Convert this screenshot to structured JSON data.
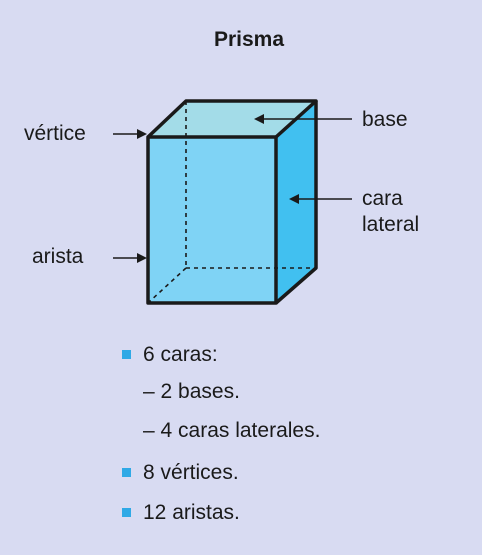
{
  "title": "Prisma",
  "labels": {
    "vertice": "vértice",
    "arista": "arista",
    "base": "base",
    "cara_line1": "cara",
    "cara_line2": "lateral"
  },
  "facts": [
    {
      "text": "6 caras:",
      "sub": [
        "– 2 bases.",
        "– 4 caras laterales."
      ]
    },
    {
      "text": "8 vértices.",
      "sub": []
    },
    {
      "text": "12 aristas.",
      "sub": []
    }
  ],
  "colors": {
    "background": "#d8dbf2",
    "front_face": "#7fd3f5",
    "side_face": "#41c0f0",
    "top_face": "#a3dce8",
    "bullet": "#2fa9e6",
    "outline": "#1a1a1a"
  }
}
